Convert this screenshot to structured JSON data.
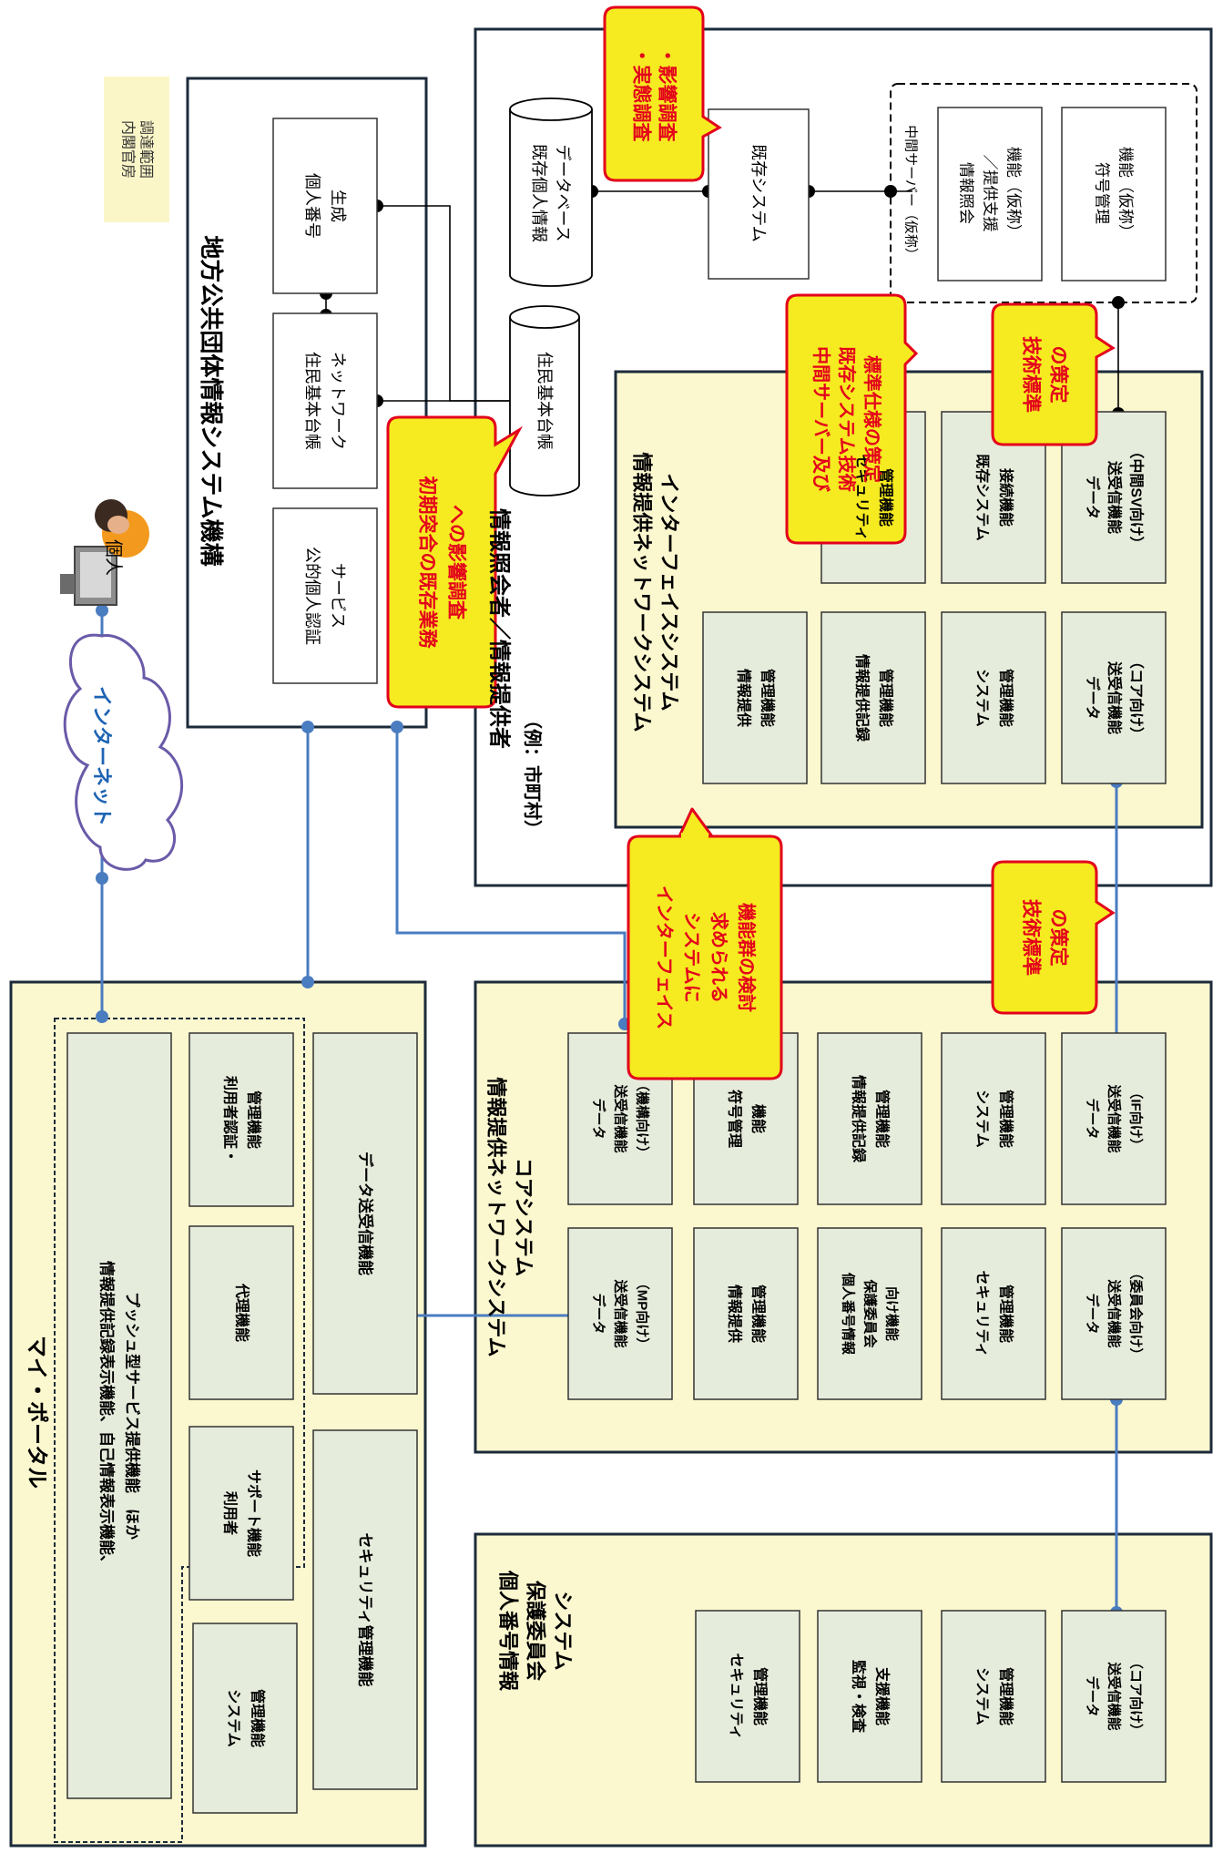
{
  "scope_note": [
    "内閣官房",
    "調達範囲"
  ],
  "individual_label": "個人",
  "internet_label": "インターネット",
  "local_gov": {
    "title": "地方公共団体情報システム機構",
    "boxes": {
      "jpki": [
        "公的個人認証",
        "サービス"
      ],
      "juki_net": [
        "住民基本台帳",
        "ネットワーク"
      ],
      "number_gen": [
        "個人番号",
        "生成"
      ]
    }
  },
  "municipality": {
    "title": "情報照会者／情報提供者",
    "subtitle": "（例：市町村）",
    "juki_db": "住民基本台帳",
    "existing_db": [
      "既存個人情報",
      "データベース"
    ],
    "existing_system": "既存システム",
    "mid_server": {
      "label": "中間サーバー（仮称）",
      "func1": [
        "情報照会",
        "／提供支援",
        "機能（仮称）"
      ],
      "func2": [
        "符号管理",
        "機能（仮称）"
      ]
    },
    "interface_system": {
      "title": [
        "情報提供ネットワークシステム",
        "インターフェイスシステム"
      ],
      "cells": {
        "c11": [
          "情報提供",
          "管理機能"
        ],
        "c12": [
          "情報提供記録",
          "管理機能"
        ],
        "c13": [
          "システム",
          "管理機能"
        ],
        "c14": [
          "データ",
          "送受信機能",
          "（コア向け）"
        ],
        "c21": [
          "セキュリティ",
          "管理機能"
        ],
        "c23": [
          "既存システム",
          "接続機能"
        ],
        "c24": [
          "データ",
          "送受信機能",
          "（中間SV向け）"
        ]
      }
    }
  },
  "my_portal": {
    "title": "マイ・ポータル",
    "main": [
      "情報提供記録表示機能、自己情報表示機能、",
      "プッシュ型サービス提供機能　ほか"
    ],
    "user_auth": [
      "利用者認証・",
      "管理機能"
    ],
    "proxy": "代理機能",
    "user_support": [
      "利用者",
      "サポート機能"
    ],
    "system_mgmt": [
      "システム",
      "管理機能"
    ],
    "data_tx": "データ送受信機能",
    "security": "セキュリティ管理機能"
  },
  "core": {
    "title": [
      "情報提供ネットワークシステム",
      "コアシステム"
    ],
    "cells": {
      "r1": [
        "データ",
        "送受信機能",
        "（機構向け）"
      ],
      "r2": [
        "符号管理",
        "機能"
      ],
      "r3": [
        "情報提供記録",
        "管理機能"
      ],
      "r4": [
        "システム",
        "管理機能"
      ],
      "r5": [
        "データ",
        "送受信機能",
        "（IF向け）"
      ],
      "l1": [
        "データ",
        "送受信機能",
        "（MP向け）"
      ],
      "l2": [
        "情報提供",
        "管理機能"
      ],
      "l3": [
        "個人番号情報",
        "保護委員会",
        "向け機能"
      ],
      "l4": [
        "セキュリティ",
        "管理機能"
      ],
      "l5": [
        "データ",
        "送受信機能",
        "（委員会向け）"
      ]
    }
  },
  "committee": {
    "title": [
      "個人番号情報",
      "保護委員会",
      "システム"
    ],
    "cells": {
      "c1": [
        "セキュリティ",
        "管理機能"
      ],
      "c2": [
        "監視・検査",
        "支援機能"
      ],
      "c3": [
        "システム",
        "管理機能"
      ],
      "c4": [
        "データ",
        "送受信機能",
        "（コア向け）"
      ]
    }
  },
  "callouts": {
    "survey": [
      "・実態調査",
      "・影響調査"
    ],
    "mid_server_spec": [
      "中間サーバー及び",
      "既存システム技術",
      "標準仕様の策定"
    ],
    "tech_std": [
      "技術標準",
      "の策定"
    ],
    "impact": [
      "初期突合の既存業務",
      "への影響調査"
    ],
    "interface": [
      "インターフェイス",
      "システムに",
      "求められる",
      "機能群の検討"
    ]
  },
  "colors": {
    "frame_fill": "#fbf7cf",
    "cell_fill": "#e6ecdc",
    "line_blue": "#4a7cc0",
    "callout_fill": "#f6ea20",
    "callout_border": "#e3001b",
    "callout_text": "#e3001b",
    "scope_fill": "#fbf6c8"
  }
}
